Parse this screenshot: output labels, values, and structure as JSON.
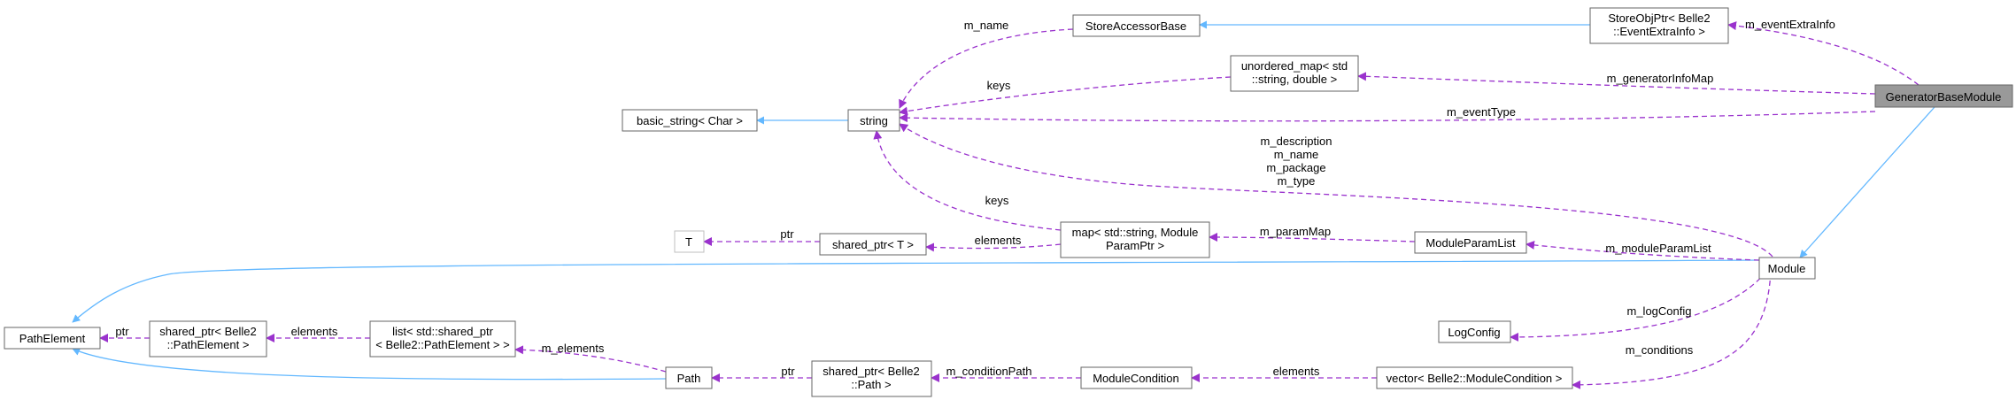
{
  "colors": {
    "inherit": "#63b8ff",
    "usage": "#9a32cd",
    "focus_fill": "#999999",
    "border": "#666666"
  },
  "nodes": {
    "generatorbasemodule": [
      "GeneratorBaseModule"
    ],
    "storeobjptr": [
      "StoreObjPtr< Belle2",
      "::EventExtraInfo >"
    ],
    "storeaccessorbase": [
      "StoreAccessorBase"
    ],
    "unordered_map": [
      "unordered_map< std",
      "::string, double >"
    ],
    "string": [
      "string"
    ],
    "basic_string": [
      "basic_string< Char >"
    ],
    "module": [
      "Module"
    ],
    "moduleparamlist": [
      "ModuleParamList"
    ],
    "map": [
      "map< std::string, Module",
      "ParamPtr >"
    ],
    "shared_ptr_t": [
      "shared_ptr< T >"
    ],
    "t": [
      "T"
    ],
    "logconfig": [
      "LogConfig"
    ],
    "pathelement": [
      "PathElement"
    ],
    "shared_ptr_pathelement": [
      "shared_ptr< Belle2",
      "::PathElement >"
    ],
    "list": [
      "list< std::shared_ptr",
      "< Belle2::PathElement > >"
    ],
    "path": [
      "Path"
    ],
    "shared_ptr_path": [
      "shared_ptr< Belle2",
      "::Path >"
    ],
    "modulecondition": [
      "ModuleCondition"
    ],
    "vector": [
      "vector< Belle2::ModuleCondition >"
    ]
  },
  "edge_labels": {
    "m_eventextrainfo": [
      "m_eventExtraInfo"
    ],
    "m_name_store": [
      "m_name"
    ],
    "keys_unordered": [
      "keys"
    ],
    "m_generatorinfomap": [
      "m_generatorInfoMap"
    ],
    "m_eventtype": [
      "m_eventType"
    ],
    "module_strings": [
      "m_description",
      "m_name",
      "m_package",
      "m_type"
    ],
    "keys_map": [
      "keys"
    ],
    "ptr_t": [
      "ptr"
    ],
    "elements_map": [
      "elements"
    ],
    "m_parammap": [
      "m_paramMap"
    ],
    "m_moduleparamlist": [
      "m_moduleParamList"
    ],
    "m_logconfig": [
      "m_logConfig"
    ],
    "m_conditions": [
      "m_conditions"
    ],
    "ptr_pathelement": [
      "ptr"
    ],
    "elements_list": [
      "elements"
    ],
    "m_elements": [
      "m_elements"
    ],
    "ptr_path": [
      "ptr"
    ],
    "m_conditionpath": [
      "m_conditionPath"
    ],
    "elements_vector": [
      "elements"
    ]
  }
}
